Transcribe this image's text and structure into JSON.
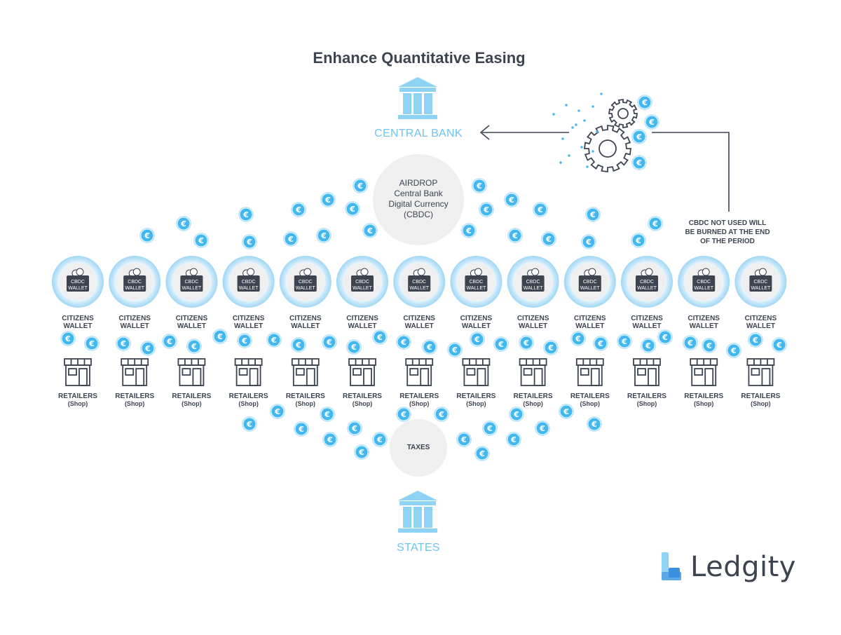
{
  "title": "Enhance Quantitative Easing",
  "central_bank_label": "CENTRAL BANK",
  "states_label": "STATES",
  "airdrop": {
    "line1": "AIRDROP",
    "line2": "Central Bank",
    "line3": "Digital Currency",
    "line4": "(CBDC)"
  },
  "taxes_label": "TAXES",
  "note": {
    "line1": "CBDC NOT USED WILL",
    "line2": "BE BURNED AT THE END",
    "line3": "OF THE PERIOD"
  },
  "wallet_label": {
    "line1": "CITIZENS",
    "line2": "WALLET"
  },
  "wallet_icon_text": {
    "line1": "CBDC",
    "line2": "WALLET"
  },
  "retailer_label": {
    "line1": "RETAILERS",
    "line2": "(Shop)"
  },
  "column_count": 13,
  "currency_symbol": "€",
  "brand": {
    "name": "Ledgity"
  },
  "colors": {
    "accent": "#6cc5ef",
    "coin": "#43b8f0",
    "dark": "#3d4450",
    "ring": "#b7e2f8",
    "grey_circle": "#efefef"
  }
}
